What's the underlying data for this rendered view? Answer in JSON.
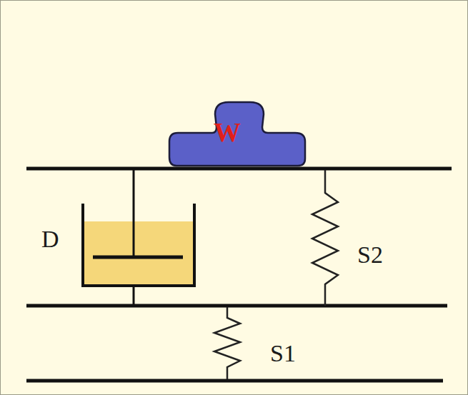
{
  "diagram": {
    "nodes": [
      {
        "text": [
          "W"
        ]
      }
    ],
    "labels": [
      "D",
      "S2",
      "S1"
    ]
  }
}
